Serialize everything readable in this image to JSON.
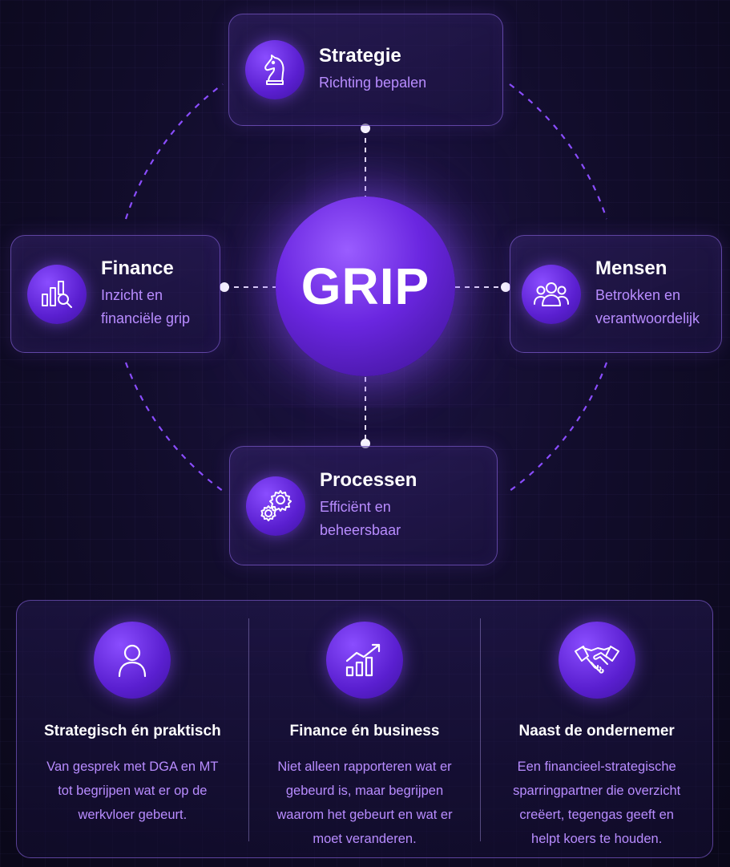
{
  "center": {
    "label": "GRIP"
  },
  "nodes": {
    "strategie": {
      "title": "Strategie",
      "subtitle": "Richting bepalen",
      "icon": "chess-knight-icon"
    },
    "finance": {
      "title": "Finance",
      "subtitle_line1": "Inzicht en",
      "subtitle_line2": "financiële grip",
      "icon": "bar-chart-magnifier-icon"
    },
    "mensen": {
      "title": "Mensen",
      "subtitle_line1": "Betrokken en",
      "subtitle_line2": "verantwoordelijk",
      "icon": "people-group-icon"
    },
    "processen": {
      "title": "Processen",
      "subtitle_line1": "Efficiënt en",
      "subtitle_line2": "beheersbaar",
      "icon": "gears-icon"
    }
  },
  "pillars": [
    {
      "title": "Strategisch én praktisch",
      "lines": [
        "Van gesprek met DGA en MT",
        "tot begrijpen wat er op de",
        "werkvloer gebeurt."
      ],
      "icon": "person-icon"
    },
    {
      "title": "Finance én business",
      "lines": [
        "Niet alleen rapporteren wat er",
        "gebeurd is, maar begrijpen",
        "waarom het gebeurt en wat er",
        "moet veranderen."
      ],
      "icon": "growth-chart-icon"
    },
    {
      "title": "Naast de ondernemer",
      "lines": [
        "Een financieel-strategische",
        "sparringpartner die overzicht",
        "creëert, tegengas geeft en",
        "helpt koers te houden."
      ],
      "icon": "handshake-icon"
    }
  ],
  "colors": {
    "accent": "#7b3cf0",
    "subtitle": "#b88cff",
    "background": "#0c0920"
  }
}
